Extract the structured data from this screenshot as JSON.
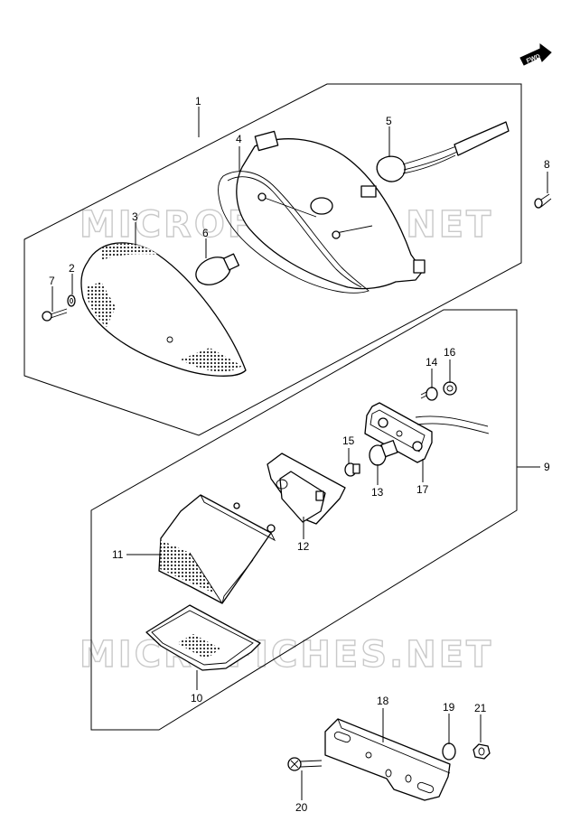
{
  "watermark": "MICROFICHES.NET",
  "fwd_badge": "FWD",
  "callouts": [
    "1",
    "2",
    "3",
    "4",
    "5",
    "6",
    "7",
    "8",
    "9",
    "10",
    "11",
    "12",
    "13",
    "14",
    "15",
    "16",
    "17",
    "18",
    "19",
    "20",
    "21"
  ]
}
